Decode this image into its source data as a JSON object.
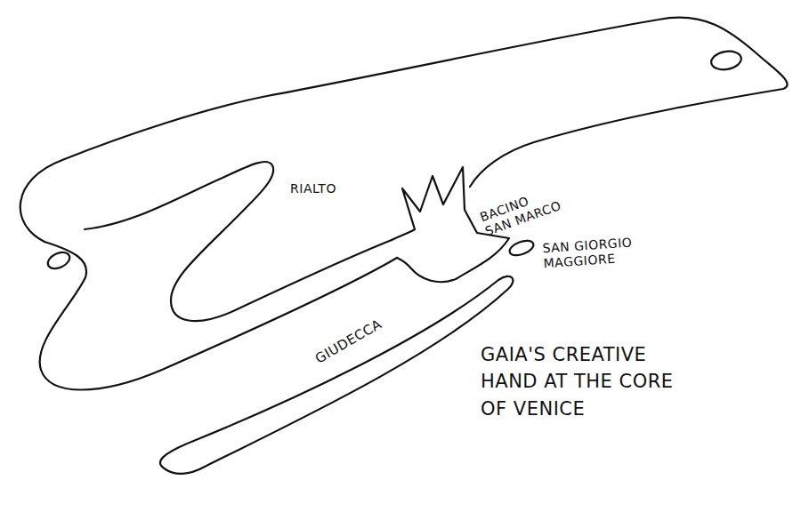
{
  "diagram": {
    "caption": "GAIA'S CREATIVE HAND AT THE CORE OF VENICE",
    "labels": [
      "RIALTO",
      "BACINO SAN MARCO",
      "SAN GIORGIO MAGGIORE",
      "GIUDECCA"
    ]
  }
}
